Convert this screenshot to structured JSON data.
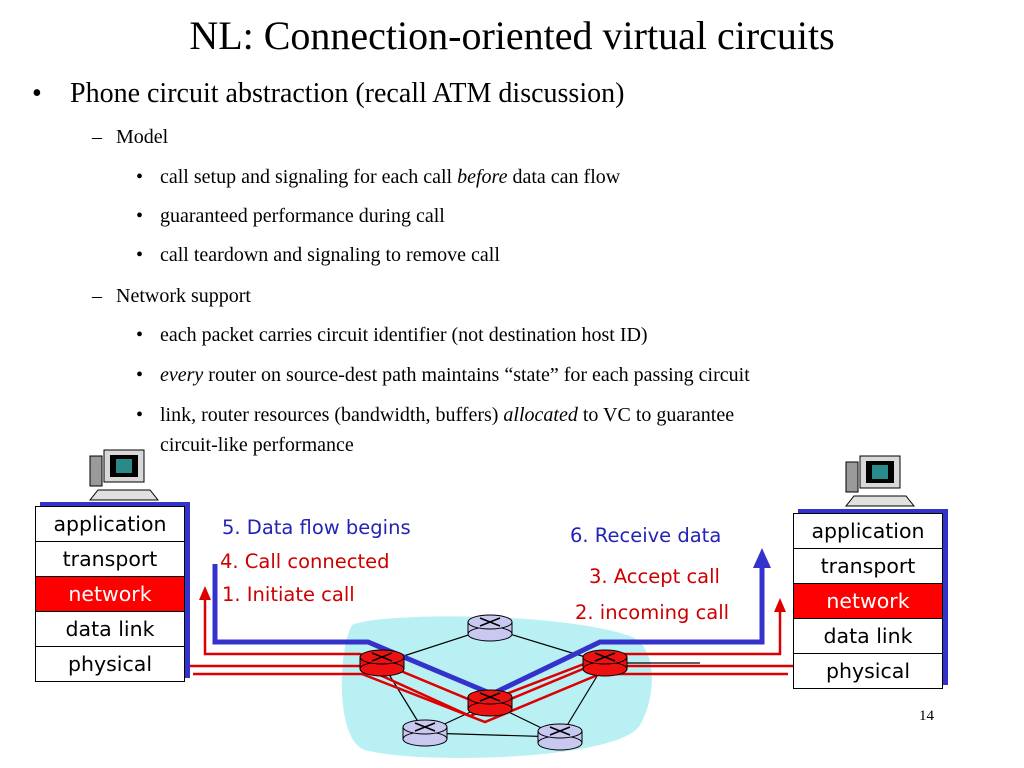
{
  "title": "NL: Connection-oriented virtual circuits",
  "bullets": {
    "main": "Phone circuit abstraction (recall ATM discussion)",
    "model_heading": "Model",
    "model_items": {
      "setup_pre": "call setup and signaling for each call ",
      "setup_em": "before",
      "setup_post": " data can flow",
      "guaranteed": "guaranteed performance during call",
      "teardown": "call teardown and signaling to remove call"
    },
    "support_heading": "Network support",
    "support_items": {
      "packet": "each packet carries circuit identifier (not destination host ID)",
      "every_em": "every",
      "every_post": " router on source-dest path maintains “state” for each passing circuit",
      "link_pre": "link, router resources (bandwidth, buffers) ",
      "link_em": "allocated",
      "link_post": " to VC to guarantee",
      "link_cont": "circuit-like performance"
    }
  },
  "stack_left": {
    "application": "application",
    "transport": "transport",
    "network": "network",
    "datalink": "data link",
    "physical": "physical"
  },
  "stack_right": {
    "application": "application",
    "transport": "transport",
    "network": "network",
    "datalink": "data link",
    "physical": "physical"
  },
  "steps": {
    "s5": "5. Data flow begins",
    "s4": "4. Call connected",
    "s1": "1. Initiate call",
    "s6": "6. Receive data",
    "s3": "3. Accept call",
    "s2": "2. incoming call"
  },
  "page_number": "14",
  "colors": {
    "blue_path": "#3333cc",
    "red_path": "#dd0000",
    "network_fill": "#ff0000",
    "cloud": "#b8f0f4",
    "router": "#c8c8f0",
    "router_active": "#ee1111"
  }
}
